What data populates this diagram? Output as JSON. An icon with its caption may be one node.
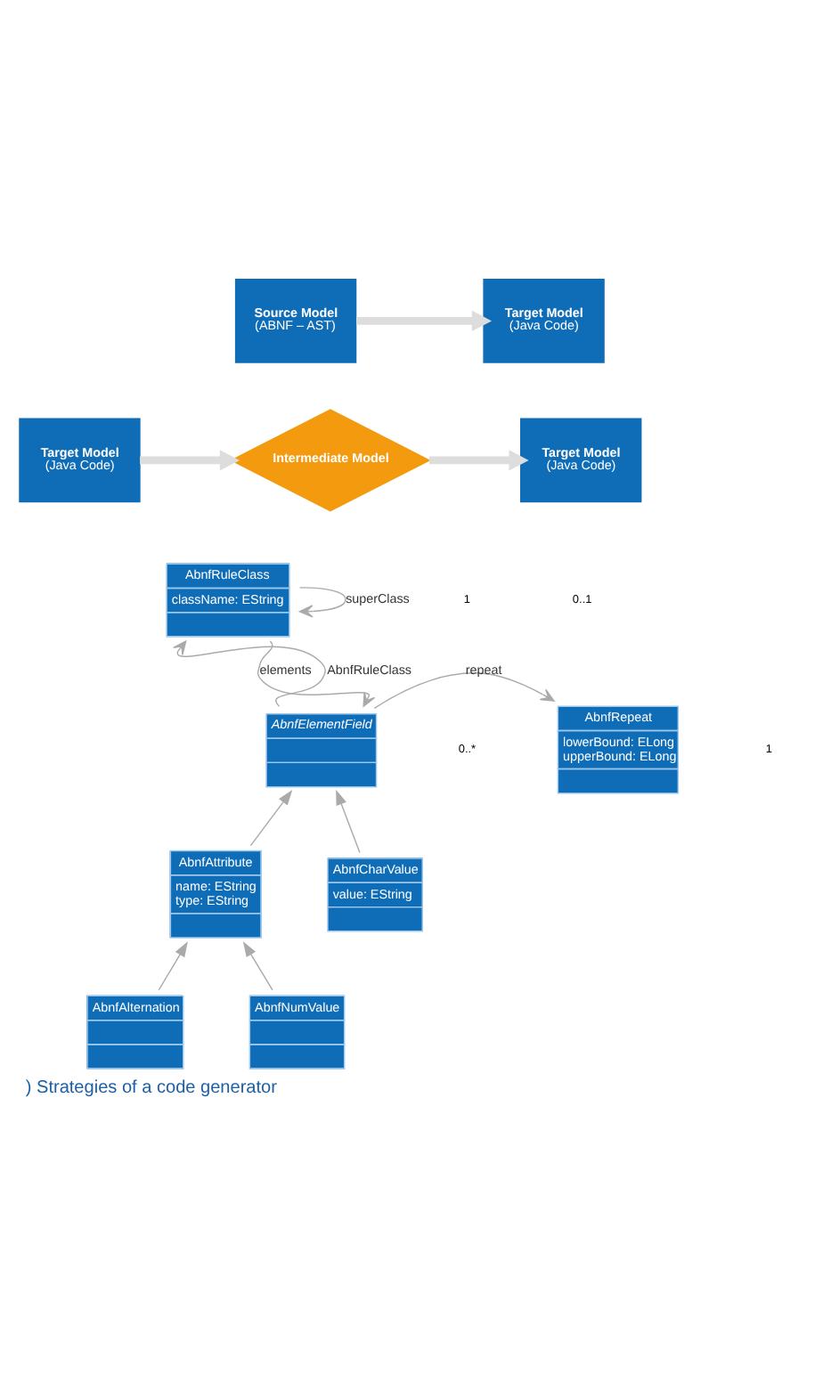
{
  "diagram": {
    "caption": ") Strategies of a code generator",
    "nodes": [
      {
        "text": [
          "Source Model",
          "(ABNF – AST)"
        ]
      },
      {
        "text": [
          "Target Model",
          "(Java Code)"
        ]
      },
      {
        "text": [
          "Target Model",
          "(Java Code)"
        ]
      },
      {
        "text": [
          "Intermediate Model"
        ]
      },
      {
        "text": [
          "Target Model",
          "(Java Code)"
        ]
      },
      {
        "text": [
          "AbnfRuleClass",
          "className: EString"
        ]
      },
      {
        "text": [
          "AbnfElementField"
        ]
      },
      {
        "text": [
          "AbnfRepeat",
          "lowerBound: ELong",
          "upperBound: ELong"
        ]
      },
      {
        "text": [
          "AbnfAttribute",
          "name: EString",
          "type: EString"
        ]
      },
      {
        "text": [
          "AbnfCharValue",
          "value: EString"
        ]
      },
      {
        "text": [
          "AbnfAlternation"
        ]
      },
      {
        "text": [
          "AbnfNumValue"
        ]
      }
    ],
    "edges": [
      {
        "from": 0,
        "to": 1,
        "arrow": "to",
        "style": "thick"
      },
      {
        "from": 2,
        "to": 3,
        "arrow": "to",
        "style": "thick"
      },
      {
        "from": 3,
        "to": 4,
        "arrow": "to",
        "style": "thick"
      },
      {
        "from": 5,
        "to": 5,
        "arrow": "to",
        "label": "superClass"
      },
      {
        "from": 6,
        "to": 5,
        "arrow": "to",
        "label": "AbnfRuleClass"
      },
      {
        "from": 5,
        "to": 6,
        "arrow": "to",
        "label": "elements"
      },
      {
        "from": 6,
        "to": 7,
        "arrow": "to",
        "label": "repeat"
      },
      {
        "from": 8,
        "to": 6,
        "arrow": "to"
      },
      {
        "from": 9,
        "to": 6,
        "arrow": "to"
      },
      {
        "from": 10,
        "to": 8,
        "arrow": "to"
      },
      {
        "from": 11,
        "to": 8,
        "arrow": "to"
      }
    ],
    "labels": [
      "0..1",
      "1",
      "0..*",
      "1"
    ]
  }
}
